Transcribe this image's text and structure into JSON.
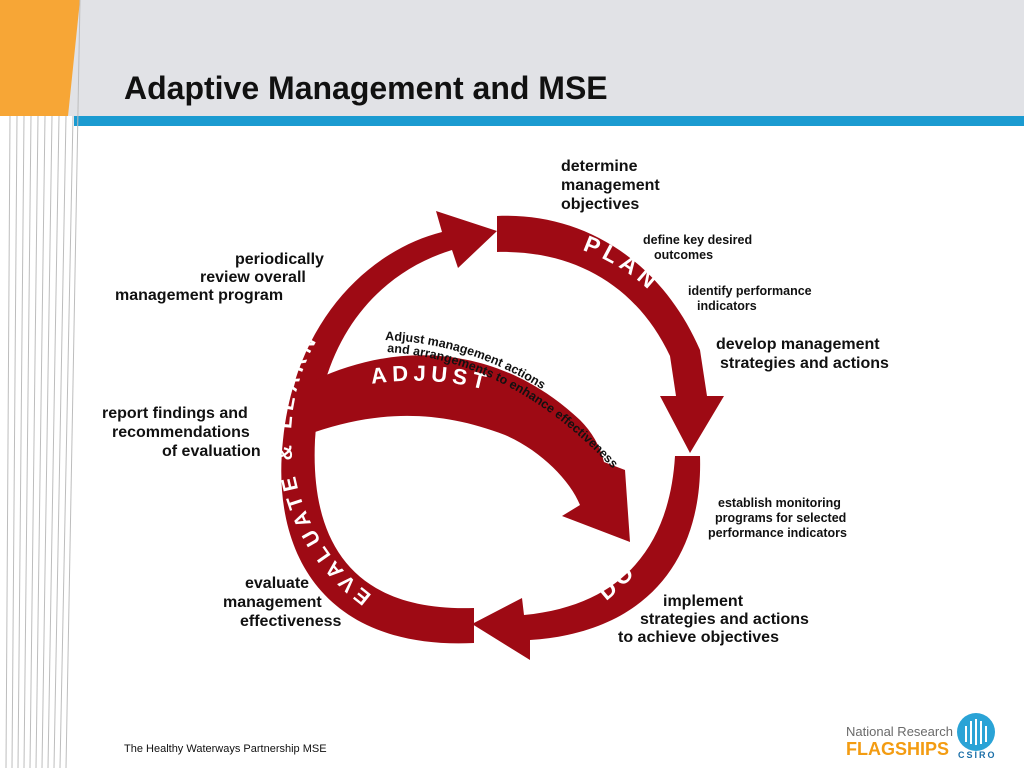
{
  "slide": {
    "title": "Adaptive Management and MSE",
    "footer": "The Healthy Waterways Partnership MSE"
  },
  "colors": {
    "arrow": "#9e0a14",
    "accent_bar": "#1b9bd1",
    "header_band": "#e1e2e6",
    "left_stripe": "#f7a636"
  },
  "diagram": {
    "ring_words": {
      "plan": "PLAN",
      "do": "DO",
      "evaluate_learn": "EVALUATE & LEARN",
      "adjust": "ADJUST"
    },
    "adjust_caption": {
      "line1": "Adjust management actions",
      "line2": "and arrangements to enhance effectiveness"
    },
    "labels": {
      "determine_objectives": [
        "determine",
        "management",
        "objectives"
      ],
      "define_outcomes": [
        "define key desired",
        "outcomes"
      ],
      "identify_indicators": [
        "identify performance",
        "indicators"
      ],
      "develop_strategies": [
        "develop management",
        "strategies and actions"
      ],
      "establish_monitoring": [
        "establish monitoring",
        "programs for selected",
        "performance indicators"
      ],
      "implement_strategies": [
        "implement",
        "strategies and actions",
        "to achieve objectives"
      ],
      "evaluate_effectiveness": [
        "evaluate",
        "management",
        "effectiveness"
      ],
      "report_findings": [
        "report findings and",
        "recommendations",
        "of evaluation"
      ],
      "periodically_review": [
        "periodically",
        "review overall",
        "management program"
      ]
    }
  },
  "logo": {
    "line1": "National Research",
    "line2": "FLAGSHIPS",
    "csiro": "CSIRO"
  }
}
